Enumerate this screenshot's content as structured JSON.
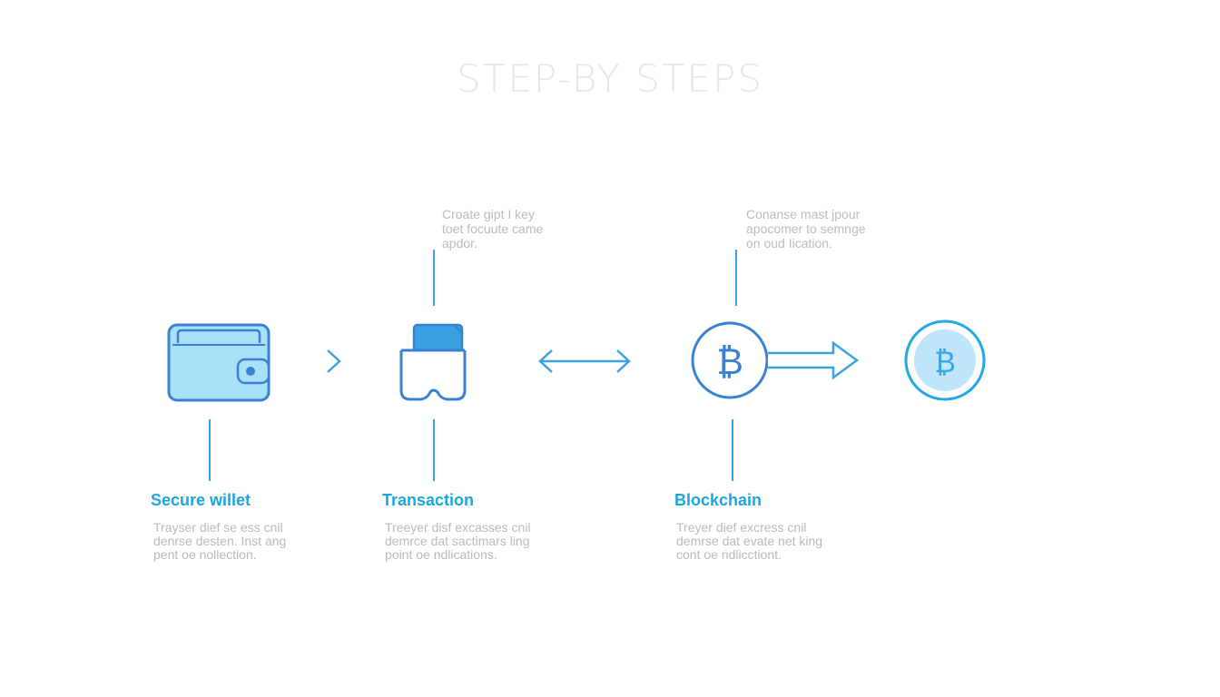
{
  "title": "STEP-BY STEPS",
  "notes": [
    {
      "text": "Croate gipt I key\ntoet focuute came\napdor."
    },
    {
      "text": "Conanse mast jpour\napocomer to semnge\non oud Iication."
    }
  ],
  "steps": [
    {
      "label": "Secure willet",
      "description": "Trayser dief se ess cnil\ndenrse desten. Inst ang\npent oe nollection."
    },
    {
      "label": "Transaction",
      "description": "Treeyer disf excasses cnil\ndemrce dat sactimars ling\npoint oe ndlications."
    },
    {
      "label": "Blockchain",
      "description": "Treyer dief excress cnil\ndemrse dat evate net king\ncont oe ndlicctiont."
    }
  ],
  "icons": [
    "wallet-icon",
    "pocket-icon",
    "bitcoin-coin-icon",
    "bitcoin-coin-filled-icon"
  ],
  "colors": {
    "primary": "#3a82d1",
    "accent": "#1aa6e0",
    "fill_light": "#a9e1f8",
    "title": "#e3e6ea",
    "text_muted": "#b7bac0"
  }
}
